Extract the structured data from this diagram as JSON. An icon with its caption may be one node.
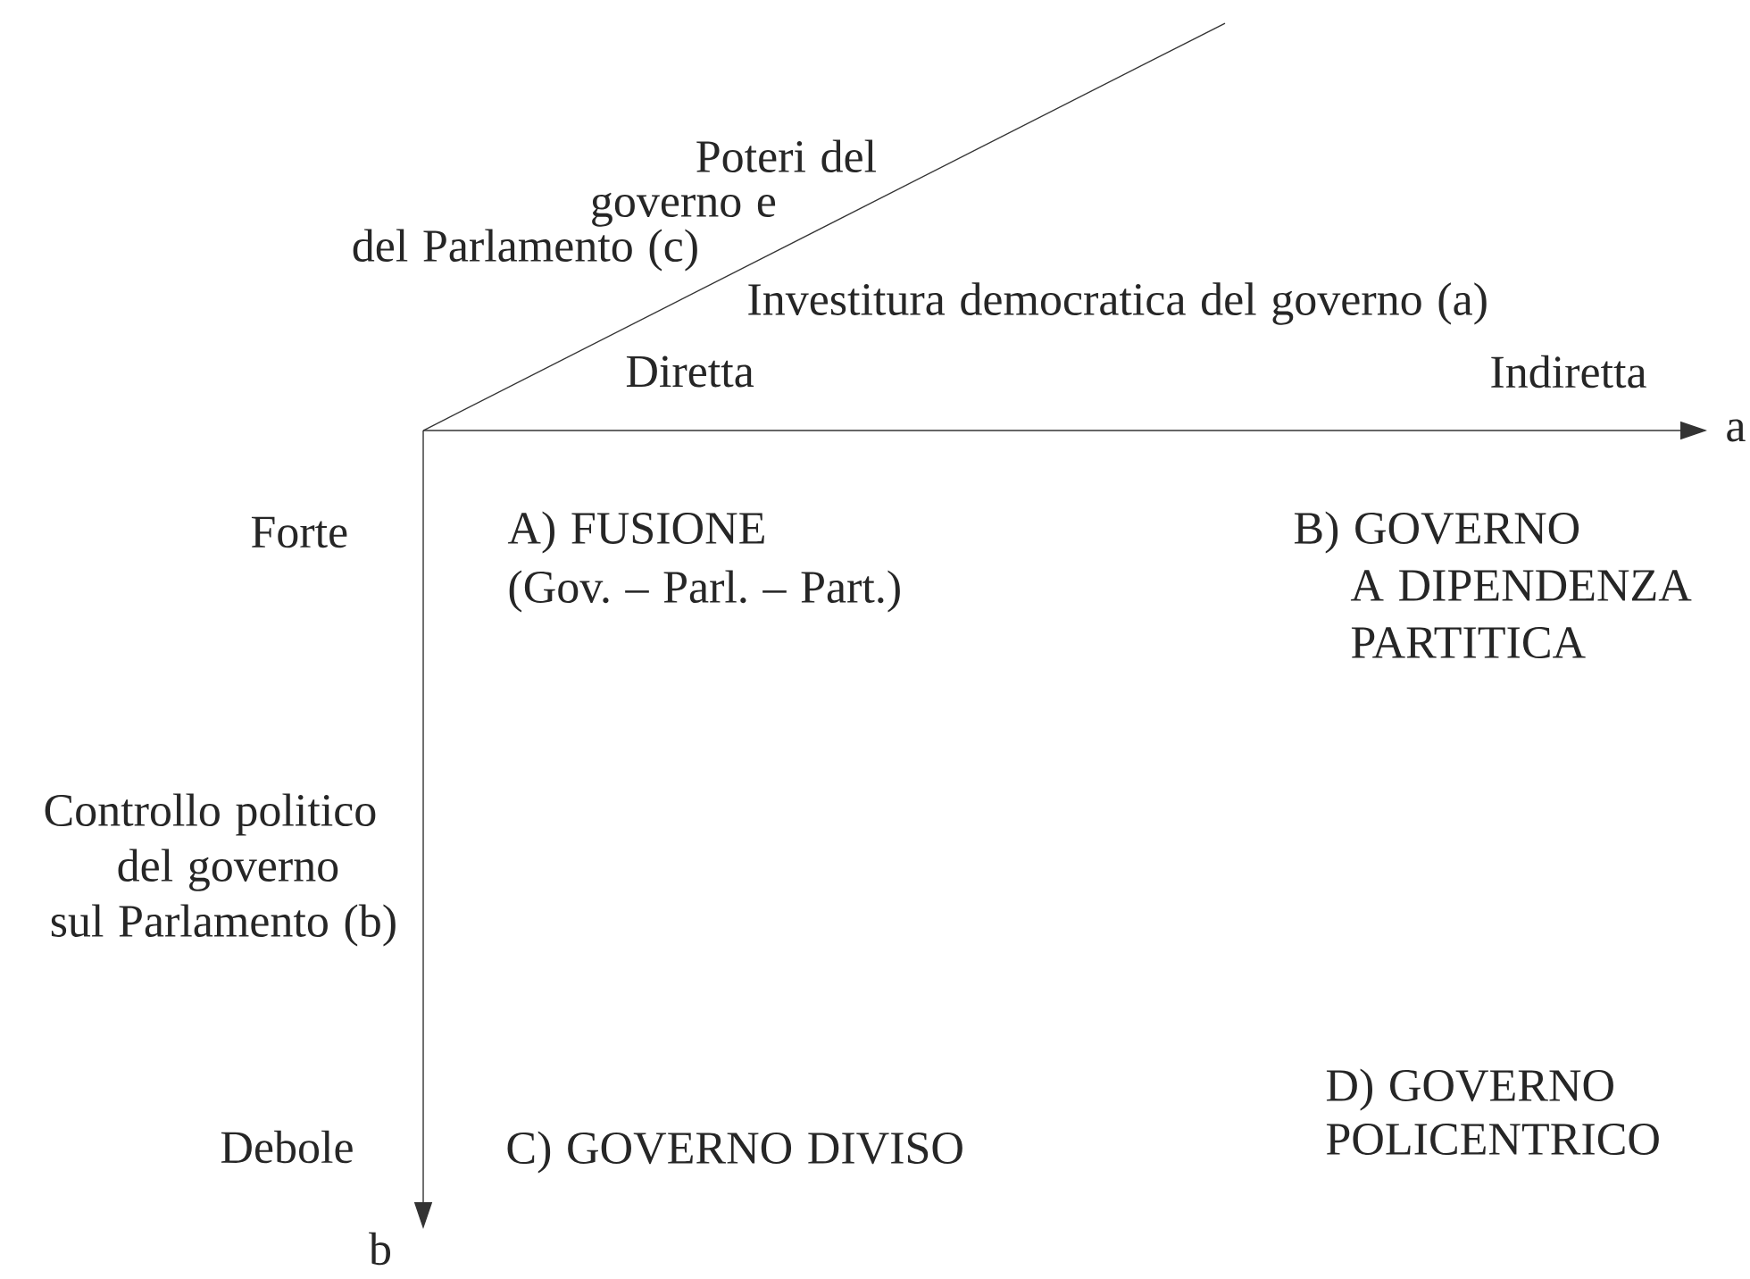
{
  "diagram": {
    "labels": [
      "Poteri del governo e del Parlamento (c)",
      "Investitura democratica del governo (a)",
      "Diretta",
      "Indiretta",
      "a",
      "Forte",
      "A) FUSIONE (Gov. –  Parl. – Part.)",
      "B) GOVERNO A DIPENDENZA PARTITICA",
      "Controllo politico del governo sul Parlamento (b)",
      "Debole",
      "C) GOVERNO DIVISO",
      "D) GOVERNO POLICENTRICO",
      "b"
    ]
  }
}
